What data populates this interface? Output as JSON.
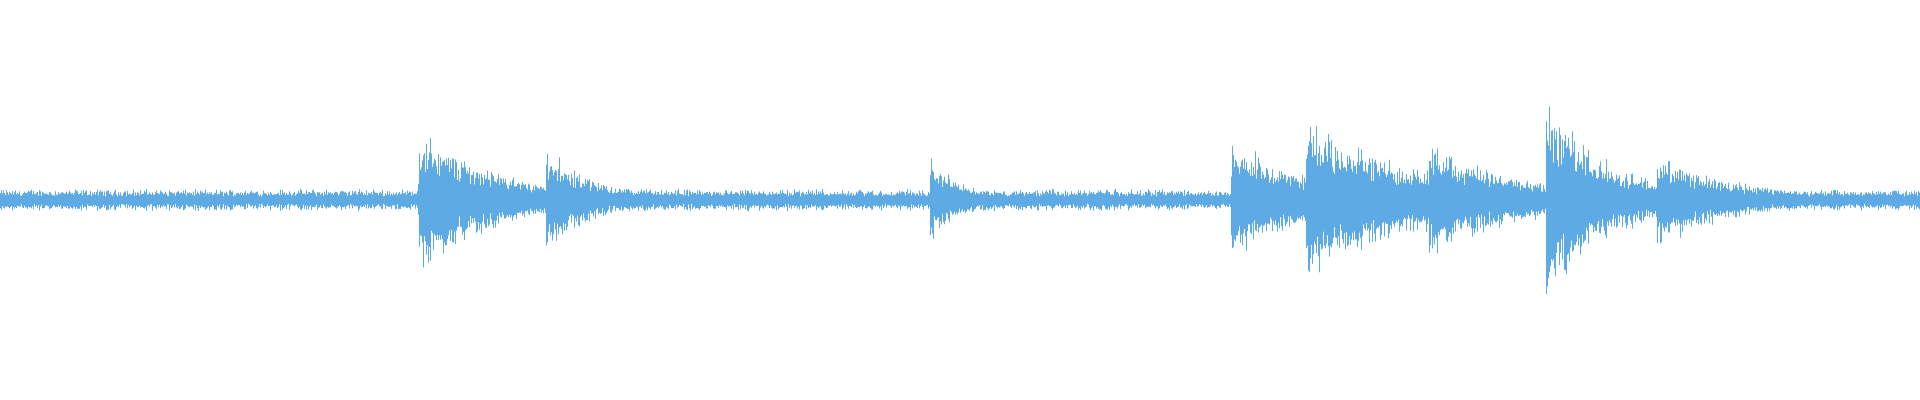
{
  "waveform": {
    "color": "#5DAAE4",
    "background": "#ffffff",
    "baseline_noise": 0.07,
    "transients": [
      {
        "t": 0.218,
        "peak": 0.4,
        "decay": 0.03,
        "tail": 0.1
      },
      {
        "t": 0.248,
        "peak": 0.18,
        "decay": 0.02,
        "tail": 0.08
      },
      {
        "t": 0.284,
        "peak": 0.32,
        "decay": 0.02,
        "tail": 0.06
      },
      {
        "t": 0.36,
        "peak": 0.06,
        "decay": 0.01,
        "tail": 0.0
      },
      {
        "t": 0.484,
        "peak": 0.24,
        "decay": 0.015,
        "tail": 0.04
      },
      {
        "t": 0.641,
        "peak": 0.3,
        "decay": 0.03,
        "tail": 0.12
      },
      {
        "t": 0.68,
        "peak": 0.34,
        "decay": 0.04,
        "tail": 0.2
      },
      {
        "t": 0.744,
        "peak": 0.26,
        "decay": 0.03,
        "tail": 0.14
      },
      {
        "t": 0.805,
        "peak": 0.62,
        "decay": 0.025,
        "tail": 0.1
      },
      {
        "t": 0.85,
        "peak": 0.14,
        "decay": 0.02,
        "tail": 0.06
      },
      {
        "t": 0.863,
        "peak": 0.24,
        "decay": 0.03,
        "tail": 0.08
      }
    ]
  }
}
